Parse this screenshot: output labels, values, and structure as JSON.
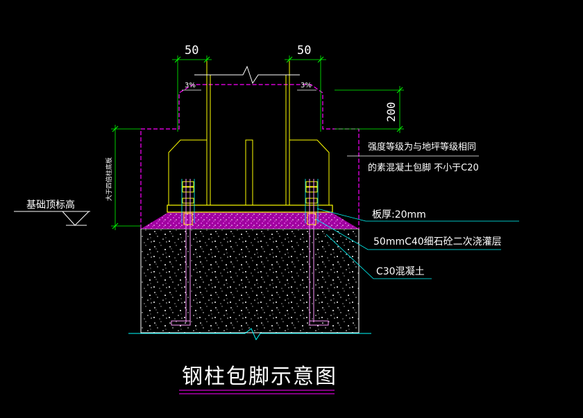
{
  "title": "钢柱包脚示意图",
  "dimensions": {
    "left_offset": "50",
    "right_offset": "50",
    "top_height": "200",
    "left_slope": "3%",
    "right_slope": "3%"
  },
  "labels": {
    "base_elevation": "基础顶标高",
    "vertical_dim": "大于四倍柱底板",
    "note_line1": "强度等级为与地坪等级相同",
    "note_line2": "的素混凝土包脚 不小于C20",
    "plate_thickness": "板厚:20mm",
    "grout_layer": "50mmC40细石砼二次浇灌层",
    "concrete": "C30混凝土"
  },
  "colors": {
    "background": "#000000",
    "magenta": "#ff00ff",
    "yellow": "#ffff00",
    "cyan": "#00ffff",
    "green": "#00ff00",
    "white": "#ffffff",
    "grout": "#c800c8"
  }
}
